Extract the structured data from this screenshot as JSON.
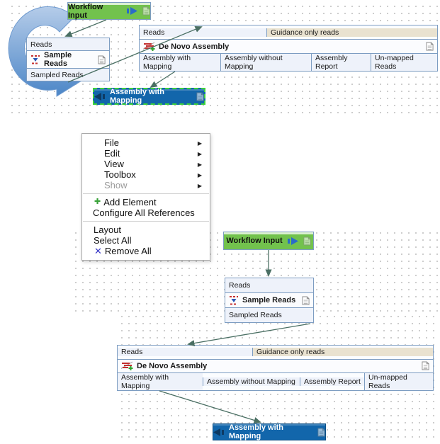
{
  "colors": {
    "node_border": "#7d9dc2",
    "port_bg": "#eef2fa",
    "name_bg": "#fbfcfe",
    "guidance_bg": "#e9e2d0",
    "input_green": "#72c24d",
    "output_blue": "#1266ab",
    "selection_green": "#3bd13b",
    "connector": "#4a6f63",
    "big_arrow_light": "#b5cce9",
    "big_arrow_dark": "#4c86c7"
  },
  "workflow": {
    "input_label": "Workflow Input",
    "sample": {
      "input_port": "Reads",
      "name": "Sample Reads",
      "output_port": "Sampled Reads"
    },
    "denovo": {
      "input_port": "Reads",
      "guidance_port": "Guidance only reads",
      "name": "De Novo Assembly",
      "output_ports": [
        "Assembly with Mapping",
        "Assembly without Mapping",
        "Assembly Report",
        "Un-mapped Reads"
      ]
    },
    "output_label": "Assembly with Mapping"
  },
  "menu": {
    "submenu_arrow": "▶",
    "plus_glyph": "✚",
    "x_glyph": "✕",
    "sections": [
      {
        "items": [
          {
            "label": "File"
          },
          {
            "label": "Edit"
          },
          {
            "label": "View"
          },
          {
            "label": "Toolbox"
          },
          {
            "label": "Show"
          }
        ]
      },
      {
        "items": [
          {
            "label": "Add Element"
          },
          {
            "label": "Configure All References"
          }
        ]
      },
      {
        "items": [
          {
            "label": "Layout"
          },
          {
            "label": "Select All"
          },
          {
            "label": "Remove All"
          }
        ]
      }
    ]
  }
}
